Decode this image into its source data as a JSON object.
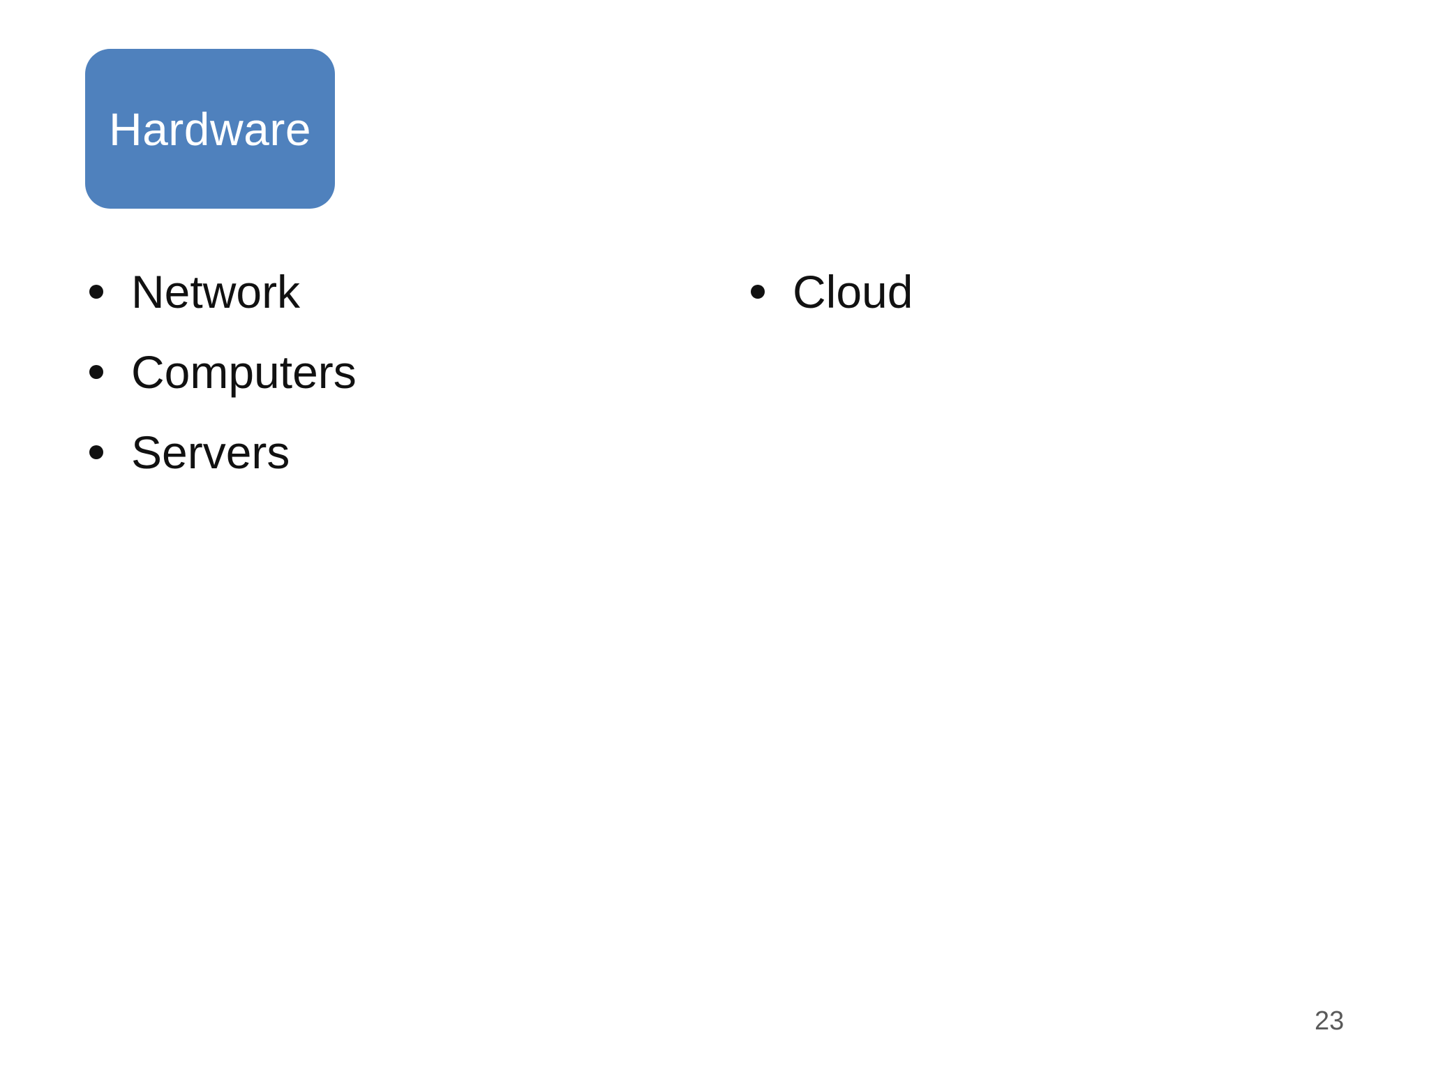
{
  "slide": {
    "title_box": {
      "label": "Hardware",
      "background_color": "#4f81bd",
      "text_color": "#ffffff"
    },
    "columns": {
      "left": {
        "items": [
          {
            "label": "Network"
          },
          {
            "label": "Computers"
          },
          {
            "label": "Servers"
          }
        ]
      },
      "right": {
        "items": [
          {
            "label": "Cloud"
          }
        ]
      }
    },
    "page_number": "23",
    "page_number_color": "#595959",
    "text_color": "#111111",
    "background_color": "#ffffff"
  }
}
